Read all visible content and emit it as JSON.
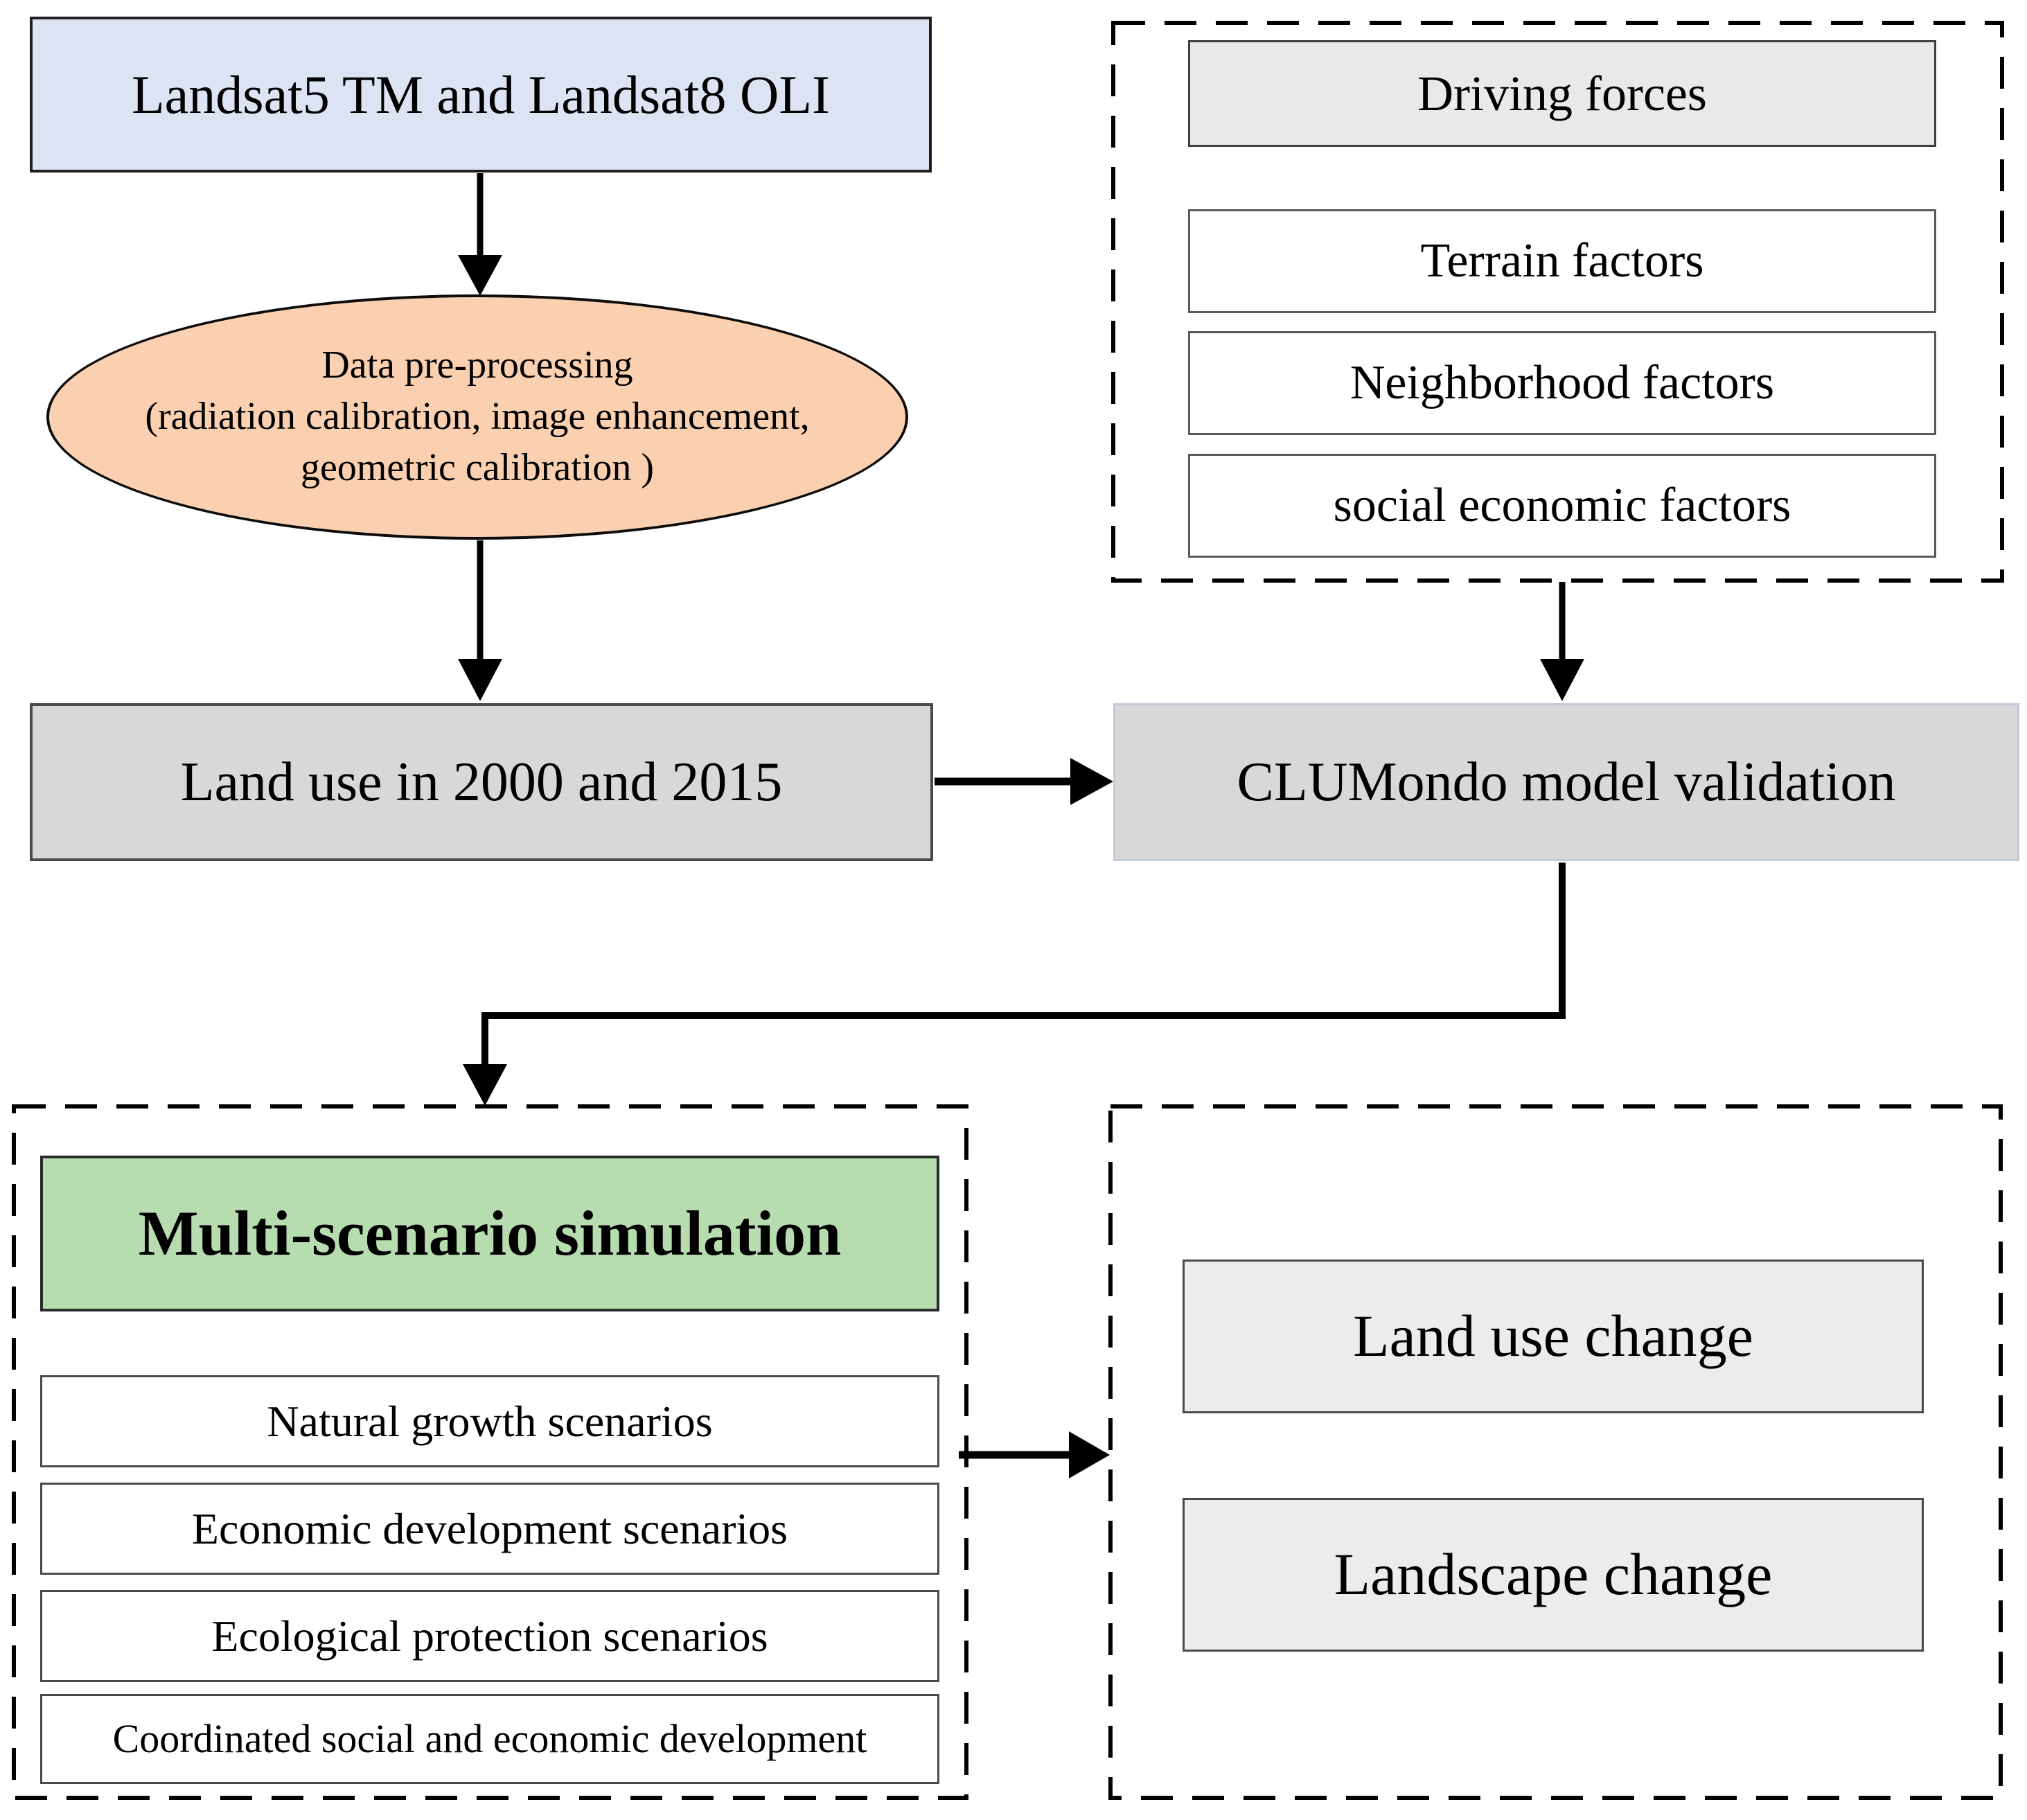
{
  "nodes": {
    "landsat": {
      "label": "Landsat5 TM and Landsat8 OLI"
    },
    "preprocessing": {
      "line1": "Data pre-processing",
      "line2": "(radiation calibration, image enhancement,",
      "line3": "geometric calibration )"
    },
    "landuse": {
      "label": "Land use in 2000 and 2015"
    },
    "clumondo": {
      "label": "CLUMondo model validation"
    },
    "driving": {
      "header": "Driving forces",
      "items": [
        "Terrain factors",
        "Neighborhood factors",
        "social economic factors"
      ]
    },
    "scenarios": {
      "header": "Multi-scenario simulation",
      "items": [
        "Natural growth scenarios",
        "Economic development scenarios",
        "Ecological protection scenarios",
        "Coordinated social and economic development"
      ]
    },
    "outputs": {
      "items": [
        "Land use change",
        "Landscape change"
      ]
    }
  },
  "colors": {
    "landsat_fill": "#dce3f3",
    "preprocessing_fill": "#fbd0b0",
    "gray_node_fill": "#d8d8d8",
    "driving_header_fill": "#e9e9e9",
    "scenario_header_fill": "#b6dcb0",
    "output_fill": "#ececec",
    "connector": "#000000",
    "dashed_border": "#000000"
  }
}
